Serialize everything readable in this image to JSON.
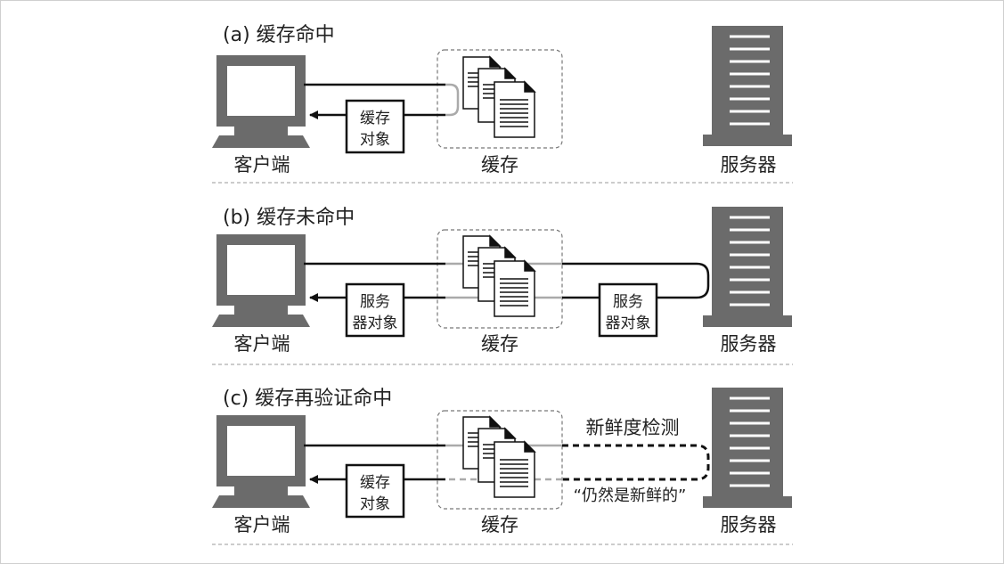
{
  "panels": [
    {
      "title": "(a) 缓存命中",
      "client_label": "客户端",
      "cache_label": "缓存",
      "server_label": "服务器",
      "box_line1": "缓存",
      "box_line2": "对象"
    },
    {
      "title": "(b) 缓存未命中",
      "client_label": "客户端",
      "cache_label": "缓存",
      "server_label": "服务器",
      "box_line1": "服务",
      "box_line2": "器对象",
      "box2_line1": "服务",
      "box2_line2": "器对象"
    },
    {
      "title": "(c) 缓存再验证命中",
      "client_label": "客户端",
      "cache_label": "缓存",
      "server_label": "服务器",
      "box_line1": "缓存",
      "box_line2": "对象",
      "freshness_check": "新鲜度检测",
      "still_fresh": "“仍然是新鲜的”"
    }
  ]
}
